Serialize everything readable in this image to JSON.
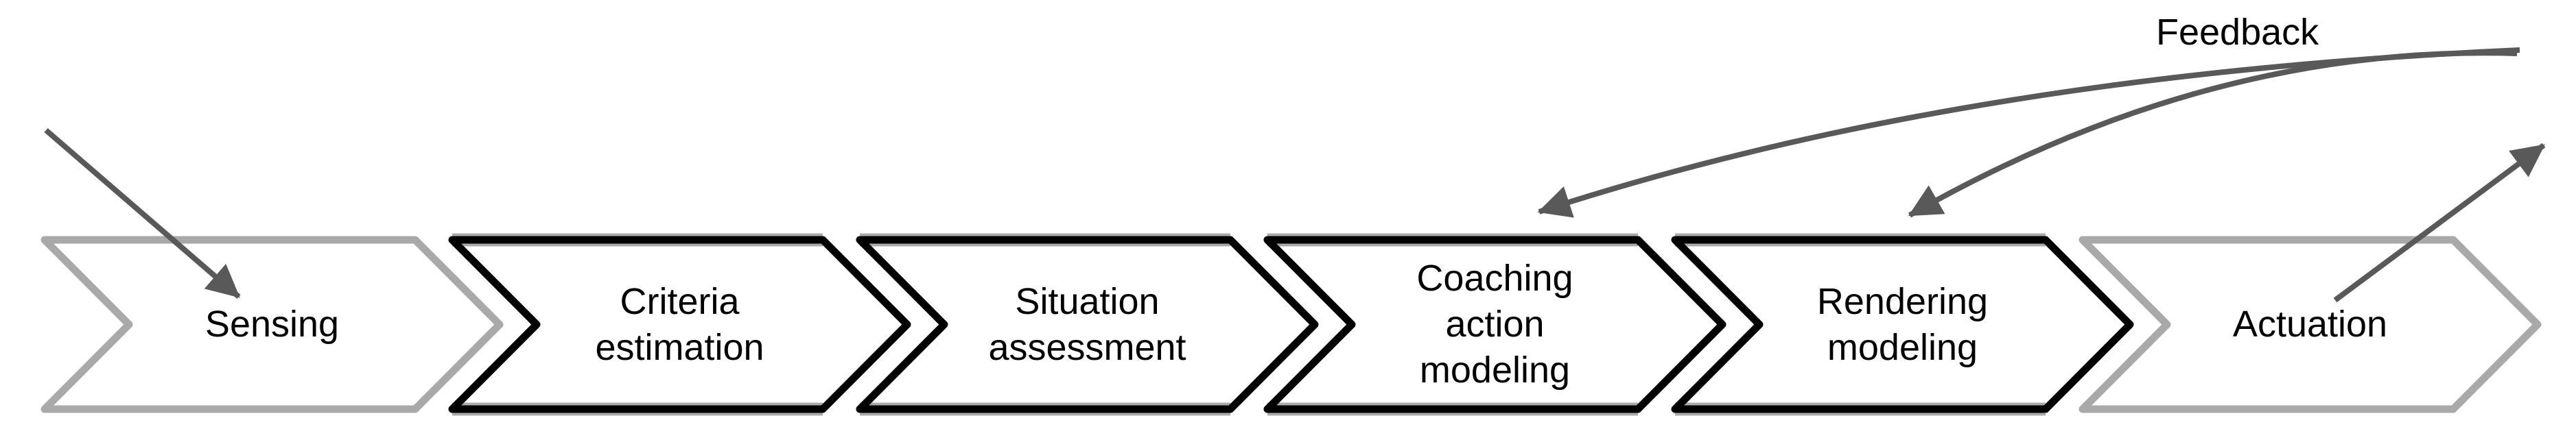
{
  "diagram": {
    "feedback_label": "Feedback",
    "stages": [
      {
        "id": "sensing",
        "label": "Sensing",
        "emphasis": "muted"
      },
      {
        "id": "criteria-estimation",
        "label": "Criteria\nestimation",
        "emphasis": "strong"
      },
      {
        "id": "situation-assessment",
        "label": "Situation\nassessment",
        "emphasis": "strong"
      },
      {
        "id": "coaching-action-modeling",
        "label": "Coaching\naction\nmodeling",
        "emphasis": "strong"
      },
      {
        "id": "rendering-modeling",
        "label": "Rendering\nmodeling",
        "emphasis": "strong"
      },
      {
        "id": "actuation",
        "label": "Actuation",
        "emphasis": "muted"
      }
    ],
    "colors": {
      "background": "#ffffff",
      "stage_strong_outline": "#000000",
      "stage_strong_shadow": "#ababab",
      "stage_muted_outline": "#a9a9a9",
      "arrow": "#595959",
      "label_text": "#000000"
    }
  }
}
